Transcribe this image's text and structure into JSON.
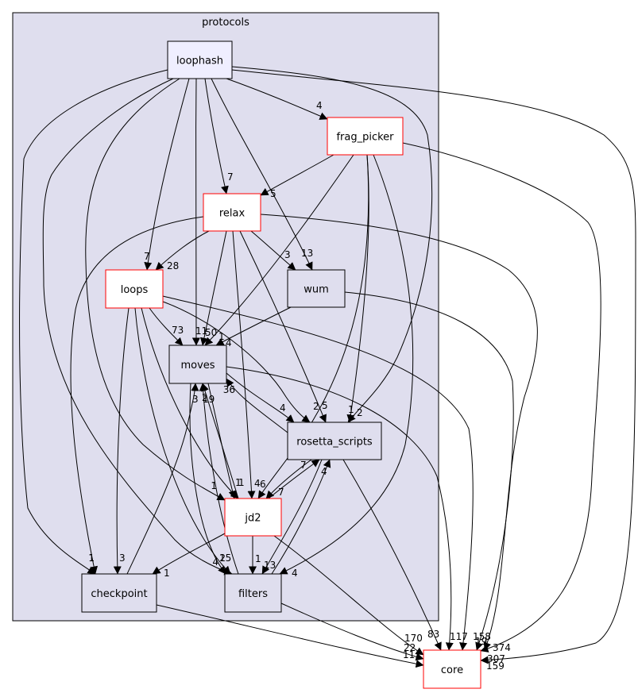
{
  "cluster": {
    "label": "protocols"
  },
  "nodes": [
    {
      "id": "loophash",
      "label": "loophash",
      "kind": "focus"
    },
    {
      "id": "frag_picker",
      "label": "frag_picker",
      "kind": "red"
    },
    {
      "id": "relax",
      "label": "relax",
      "kind": "red"
    },
    {
      "id": "loops",
      "label": "loops",
      "kind": "red"
    },
    {
      "id": "wum",
      "label": "wum",
      "kind": "plain"
    },
    {
      "id": "moves",
      "label": "moves",
      "kind": "plain"
    },
    {
      "id": "rosetta_scripts",
      "label": "rosetta_scripts",
      "kind": "plain"
    },
    {
      "id": "jd2",
      "label": "jd2",
      "kind": "red"
    },
    {
      "id": "checkpoint",
      "label": "checkpoint",
      "kind": "plain"
    },
    {
      "id": "filters",
      "label": "filters",
      "kind": "plain"
    },
    {
      "id": "core",
      "label": "core",
      "kind": "external"
    }
  ],
  "edges": [
    {
      "from": "loophash",
      "to": "frag_picker",
      "label": "4"
    },
    {
      "from": "loophash",
      "to": "relax",
      "label": "7"
    },
    {
      "from": "loophash",
      "to": "loops",
      "label": "7"
    },
    {
      "from": "loophash",
      "to": "wum",
      "label": "13"
    },
    {
      "from": "loophash",
      "to": "moves",
      "label": "11"
    },
    {
      "from": "loophash",
      "to": "rosetta_scripts",
      "label": "2"
    },
    {
      "from": "loophash",
      "to": "jd2",
      "label": "1"
    },
    {
      "from": "loophash",
      "to": "checkpoint",
      "label": "1"
    },
    {
      "from": "loophash",
      "to": "filters",
      "label": "4"
    },
    {
      "from": "loophash",
      "to": "core",
      "label": "159"
    },
    {
      "from": "frag_picker",
      "to": "relax",
      "label": "5"
    },
    {
      "from": "frag_picker",
      "to": "moves",
      "label": "1"
    },
    {
      "from": "frag_picker",
      "to": "rosetta_scripts",
      "label": "1"
    },
    {
      "from": "frag_picker",
      "to": "jd2",
      "label": "6"
    },
    {
      "from": "frag_picker",
      "to": "filters",
      "label": "4"
    },
    {
      "from": "frag_picker",
      "to": "core",
      "label": "307"
    },
    {
      "from": "relax",
      "to": "loops",
      "label": "28"
    },
    {
      "from": "relax",
      "to": "wum",
      "label": "3"
    },
    {
      "from": "relax",
      "to": "moves",
      "label": "50"
    },
    {
      "from": "relax",
      "to": "rosetta_scripts",
      "label": "5"
    },
    {
      "from": "relax",
      "to": "jd2",
      "label": "4"
    },
    {
      "from": "relax",
      "to": "checkpoint",
      "label": "1"
    },
    {
      "from": "relax",
      "to": "core",
      "label": "374"
    },
    {
      "from": "loops",
      "to": "moves",
      "label": "73"
    },
    {
      "from": "loops",
      "to": "rosetta_scripts",
      "label": "2"
    },
    {
      "from": "loops",
      "to": "jd2",
      "label": "1"
    },
    {
      "from": "loops",
      "to": "checkpoint",
      "label": "3"
    },
    {
      "from": "loops",
      "to": "filters",
      "label": "15"
    },
    {
      "from": "loops",
      "to": "core",
      "label": "158"
    },
    {
      "from": "wum",
      "to": "moves",
      "label": "4"
    },
    {
      "from": "wum",
      "to": "core",
      "label": "19"
    },
    {
      "from": "moves",
      "to": "rosetta_scripts",
      "label": "4"
    },
    {
      "from": "moves",
      "to": "jd2",
      "label": "1"
    },
    {
      "from": "moves",
      "to": "filters",
      "label": "2"
    },
    {
      "from": "moves",
      "to": "core",
      "label": "117"
    },
    {
      "from": "rosetta_scripts",
      "to": "moves",
      "label": "36"
    },
    {
      "from": "rosetta_scripts",
      "to": "jd2",
      "label": "7"
    },
    {
      "from": "rosetta_scripts",
      "to": "filters",
      "label": "13"
    },
    {
      "from": "rosetta_scripts",
      "to": "core",
      "label": "83"
    },
    {
      "from": "jd2",
      "to": "moves",
      "label": "19"
    },
    {
      "from": "jd2",
      "to": "rosetta_scripts",
      "label": "7"
    },
    {
      "from": "jd2",
      "to": "filters",
      "label": "1"
    },
    {
      "from": "jd2",
      "to": "checkpoint",
      "label": "1"
    },
    {
      "from": "jd2",
      "to": "core",
      "label": "170"
    },
    {
      "from": "checkpoint",
      "to": "moves",
      "label": "3"
    },
    {
      "from": "checkpoint",
      "to": "core",
      "label": "11"
    },
    {
      "from": "filters",
      "to": "moves",
      "label": "2"
    },
    {
      "from": "filters",
      "to": "rosetta_scripts",
      "label": "4"
    },
    {
      "from": "filters",
      "to": "core",
      "label": "22"
    }
  ],
  "colors": {
    "cluster_fill": "#dfdeee",
    "cluster_stroke": "#000000",
    "focus_fill": "#efeeff",
    "node_fill": "#dfdeee",
    "red_stroke": "#ff0000",
    "external_fill": "#ffffff",
    "edge": "#000000"
  }
}
